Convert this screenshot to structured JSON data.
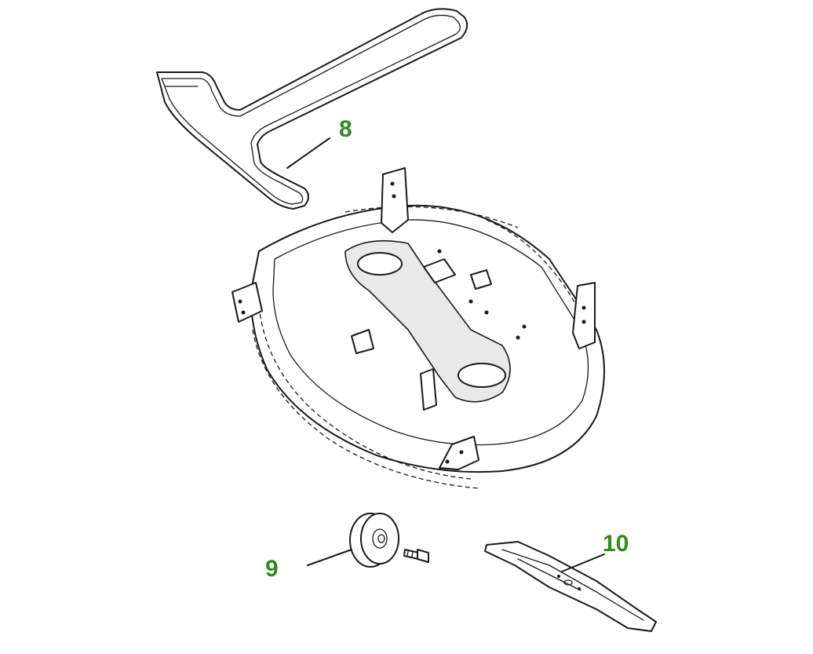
{
  "diagram": {
    "accent_color": "#2e8b1f",
    "callouts": [
      {
        "id": "8",
        "label": "8"
      },
      {
        "id": "9",
        "label": "9"
      },
      {
        "id": "10",
        "label": "10"
      }
    ],
    "parts": [
      {
        "callout": "8",
        "icon": "drive-belt-icon"
      },
      {
        "callout": "9",
        "icon": "gauge-wheel-icon"
      },
      {
        "callout": "10",
        "icon": "mower-blade-icon"
      },
      {
        "callout": "",
        "icon": "mower-deck-housing-icon"
      }
    ]
  }
}
